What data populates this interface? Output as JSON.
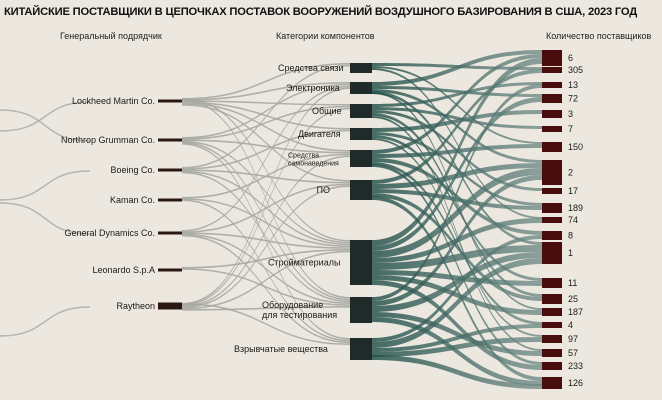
{
  "title": "КИТАЙСКИЕ ПОСТАВЩИКИ В ЦЕПОЧКАХ ПОСТАВОК ВООРУЖЕНИЙ ВОЗДУШНОГО БАЗИРОВАНИЯ В США, 2023 ГОД",
  "columns": {
    "left": "Генеральный подрядчик",
    "middle": "Категории компонентов",
    "right": "Количество поставщиков"
  },
  "contractors": [
    {
      "id": "lm",
      "label": "Lockheed Martin Co."
    },
    {
      "id": "ng",
      "label": "Northrop Grumman Co."
    },
    {
      "id": "boe",
      "label": "Boeing Co."
    },
    {
      "id": "kam",
      "label": "Kaman Co."
    },
    {
      "id": "gd",
      "label": "General Dynamics Co."
    },
    {
      "id": "leo",
      "label": "Leonardo S.p.A"
    },
    {
      "id": "ray",
      "label": "Raytheon"
    }
  ],
  "categories": [
    {
      "id": "comm",
      "label": "Средства связи"
    },
    {
      "id": "elec",
      "label": "Электроника"
    },
    {
      "id": "gen",
      "label": "Общие"
    },
    {
      "id": "eng",
      "label": "Двигателя"
    },
    {
      "id": "hom",
      "label": "Средства самонаведения"
    },
    {
      "id": "sw",
      "label": "ПО"
    },
    {
      "id": "mat",
      "label": "Стройматериалы"
    },
    {
      "id": "test",
      "label": "Оборудование для тестирования"
    },
    {
      "id": "expl",
      "label": "Взрывчатые вещества"
    }
  ],
  "supplier_counts": [
    "6",
    "305",
    "13",
    "72",
    "3",
    "7",
    "150",
    "2",
    "17",
    "189",
    "74",
    "8",
    "1",
    "11",
    "25",
    "187",
    "4",
    "97",
    "57",
    "233",
    "126"
  ],
  "colors": {
    "background": "#ece8df",
    "contractor_bar": "#2b1712",
    "category_bar": "#1f2a29",
    "count_bar": "#4a0d0d",
    "flow_left": "#a7a9a3",
    "flow_right": "#1e4d47"
  }
}
